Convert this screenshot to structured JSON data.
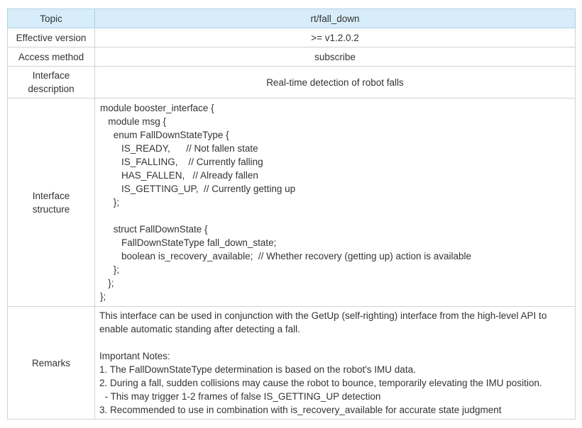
{
  "colors": {
    "header_row_background": "#d7edf9",
    "header_row_border": "#aed3e3",
    "table_border": "#d2d2d2",
    "text": "#333333",
    "page_background": "#ffffff"
  },
  "table": {
    "rows": {
      "topic": {
        "label": "Topic",
        "value": "rt/fall_down"
      },
      "effective_version": {
        "label": "Effective version",
        "value": ">= v1.2.0.2"
      },
      "access_method": {
        "label": "Access method",
        "value": "subscribe"
      },
      "interface_description": {
        "label": "Interface description",
        "value": "Real-time detection of robot falls"
      },
      "interface_structure": {
        "label": "Interface structure",
        "code": "module booster_interface {\n   module msg {\n     enum FallDownStateType {\n        IS_READY,      // Not fallen state\n        IS_FALLING,    // Currently falling\n        HAS_FALLEN,   // Already fallen\n        IS_GETTING_UP,  // Currently getting up\n     };\n\n     struct FallDownState {\n        FallDownStateType fall_down_state;\n        boolean is_recovery_available;  // Whether recovery (getting up) action is available\n     };\n   };\n};"
      },
      "remarks": {
        "label": "Remarks",
        "text": "This interface can be used in conjunction with the GetUp (self-righting) interface from the high-level API to\nenable automatic standing after detecting a fall.\n\nImportant Notes:\n1. The FallDownStateType determination is based on the robot's IMU data.\n2. During a fall, sudden collisions may cause the robot to bounce, temporarily elevating the IMU position.\n  - This may trigger 1-2 frames of false IS_GETTING_UP detection\n3. Recommended to use in combination with is_recovery_available for accurate state judgment"
      }
    }
  }
}
